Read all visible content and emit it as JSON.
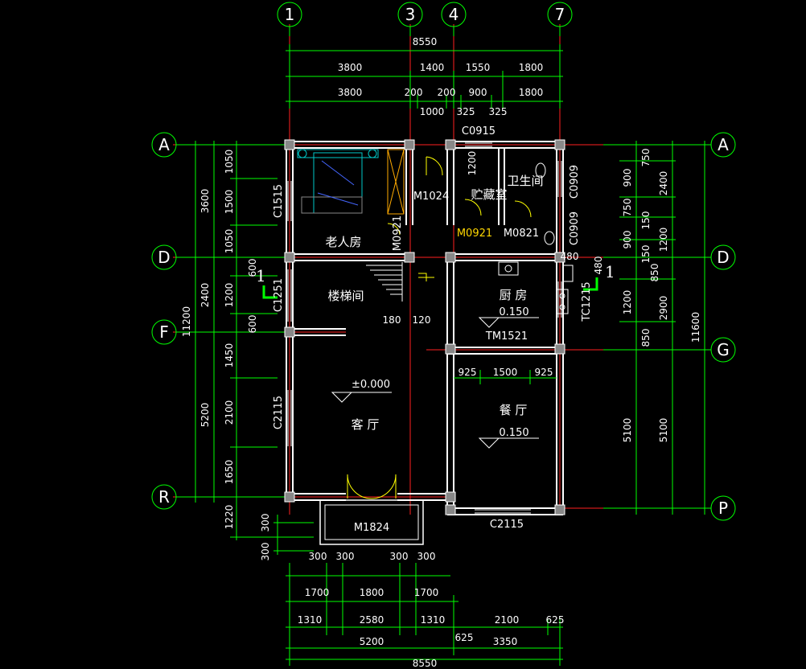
{
  "colors": {
    "background": "#000000",
    "wall": "#ffffff",
    "dimension_line": "#00ff00",
    "axis_line": "#ff2020",
    "bubble": "#00ff00",
    "text": "#ffffff",
    "door_window_label_highlight": "#ffd700",
    "furniture": "#00c8c8",
    "door_swing": "#ffff00"
  },
  "top_axes": [
    "1",
    "3",
    "4",
    "7"
  ],
  "left_axes": [
    "A",
    "D",
    "F",
    "R"
  ],
  "right_axes": [
    "A",
    "D",
    "G",
    "P"
  ],
  "dims_top": {
    "total": "8550",
    "row1": [
      "3800",
      "1400",
      "1550",
      "1800"
    ],
    "row2": [
      "3800",
      "200",
      "200",
      "900",
      "1800"
    ],
    "row3": [
      "1000",
      "325",
      "325"
    ]
  },
  "dims_bottom": {
    "row1": [
      "300",
      "300",
      "300",
      "300"
    ],
    "row2": [
      "1700",
      "1800",
      "1700"
    ],
    "row3": [
      "1310",
      "2580",
      "1310",
      "2100",
      "625"
    ],
    "row4": [
      "5200",
      "625",
      "3350"
    ],
    "total": "8550"
  },
  "dims_left": {
    "outer": [
      "11200"
    ],
    "mid": [
      "3600",
      "2400",
      "5200"
    ],
    "inner": [
      "1050",
      "1500",
      "1050",
      "600",
      "1200",
      "600",
      "1450",
      "2100",
      "1650",
      "1220"
    ],
    "porch": [
      "300",
      "300"
    ]
  },
  "dims_right": {
    "outer": [
      "11600"
    ],
    "mid": [
      "2400",
      "1200",
      "2900",
      "5100"
    ],
    "inner": [
      "750",
      "900",
      "750",
      "150",
      "900",
      "150",
      "850",
      "1200",
      "850",
      "5100"
    ]
  },
  "rooms": {
    "elderly_room": "老人房",
    "stair": "楼梯间",
    "storage": "贮藏室",
    "bathroom": "卫生间",
    "kitchen": "厨 房",
    "living": "客 厅",
    "dining": "餐 厅"
  },
  "elevations": {
    "kitchen": "0.150",
    "living": "±0.000",
    "dining": "0.150"
  },
  "openings": {
    "c0915": "C0915",
    "c1515": "C1515",
    "m1024": "M1024",
    "m0921_a": "M0921",
    "m0921_b": "M0921",
    "m0821": "M0821",
    "c0909_a": "C0909",
    "c0909_b": "C0909",
    "c1251": "C1251",
    "tc1215": "TC1215",
    "tm1521": "TM1521",
    "c2115_left": "C2115",
    "c2115_bottom": "C2115",
    "m1824": "M1824"
  },
  "misc": {
    "dim_1200_storage": "1200",
    "dim_180": "180",
    "dim_120": "120",
    "dim_480_a": "480",
    "dim_480_b": "480",
    "section_mark_left": "1",
    "section_mark_right": "1",
    "dining_row": [
      "925",
      "1500",
      "925"
    ]
  }
}
